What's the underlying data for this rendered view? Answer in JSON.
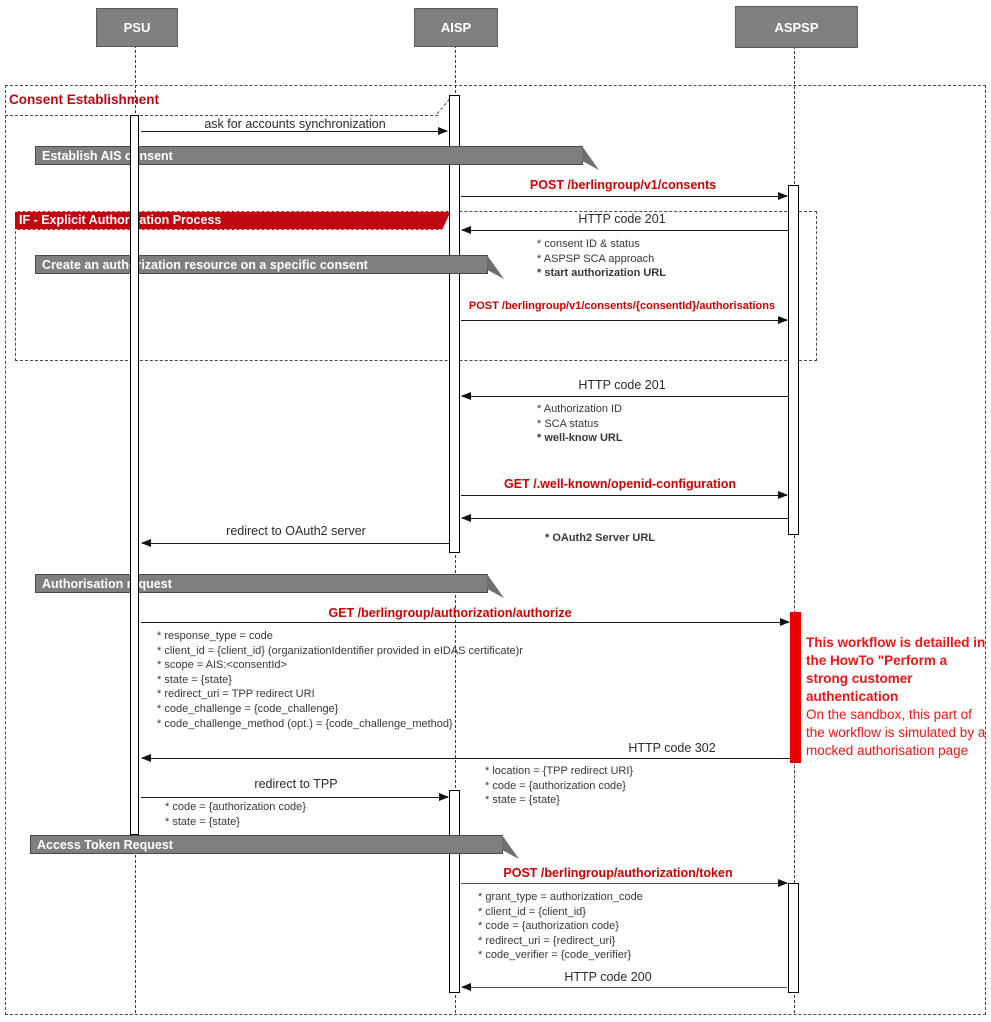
{
  "title": "Consent Establishment",
  "actors": {
    "psu": "PSU",
    "aisp": "AISP",
    "aspsp": "ASPSP"
  },
  "banners": {
    "establish_ais": "Establish AIS consent",
    "create_auth": "Create an authorization resource on a specific consent",
    "auth_request": "Authorisation request",
    "token_request": "Access Token Request"
  },
  "fragment": {
    "label": "IF -  Explicit Authorization Process"
  },
  "messages": {
    "ask_sync": "ask for accounts synchronization",
    "post_consents": "POST /berlingroup/v1/consents",
    "http_201_a": "HTTP code 201",
    "post_authorisations": "POST /berlingroup/v1/consents/{consentId}/authorisations",
    "http_201_b": "HTTP code 201",
    "get_wellknown": "GET /.well-known/openid-configuration",
    "redirect_oauth2": "redirect to OAuth2 server",
    "get_authorize": "GET /berlingroup/authorization/authorize",
    "http_302": "HTTP code 302",
    "redirect_tpp": "redirect to TPP",
    "post_token": "POST /berlingroup/authorization/token",
    "http_200": "HTTP code 200"
  },
  "details": {
    "consent_response": [
      "* consent ID & status",
      "* ASPSP SCA approach",
      "* start authorization URL"
    ],
    "auth_response": [
      "* Authorization ID",
      "* SCA status",
      "* well-know URL"
    ],
    "oauth2_url": [
      "* OAuth2 Server URL"
    ],
    "authorize_params": [
      "* response_type = code",
      "* client_id = {client_id} (organizationIdentifier provided in eIDAS certificate)r",
      "* scope = AIS:<consentId>",
      "* state = {state}",
      "* redirect_uri = TPP redirect URI",
      "* code_challenge = {code_challenge}",
      "* code_challenge_method (opt.) = {code_challenge_method}"
    ],
    "http302_params": [
      "* location = {TPP redirect URI}",
      "* code = {authorization code}",
      "* state = {state}"
    ],
    "redirect_tpp_params": [
      "* code = {authorization code}",
      "* state = {state}"
    ],
    "token_params": [
      "* grant_type = authorization_code",
      "* client_id = {client_id}",
      "* code = {authorization code}",
      "* redirect_uri = {redirect_uri}",
      "* code_verifier = {code_verifier}"
    ]
  },
  "note": {
    "bold": "This workflow is detailled in the HowTo \"Perform a strong customer authentication",
    "normal": "On the sandbox, this part of the workflow is simulated by a mocked authorisation page"
  },
  "colors": {
    "accent_red": "#d20000",
    "fragment_red": "#c00712",
    "note_red": "#f01414",
    "banner_gray": "#7f7f7f",
    "actor_gray": "#808080"
  }
}
